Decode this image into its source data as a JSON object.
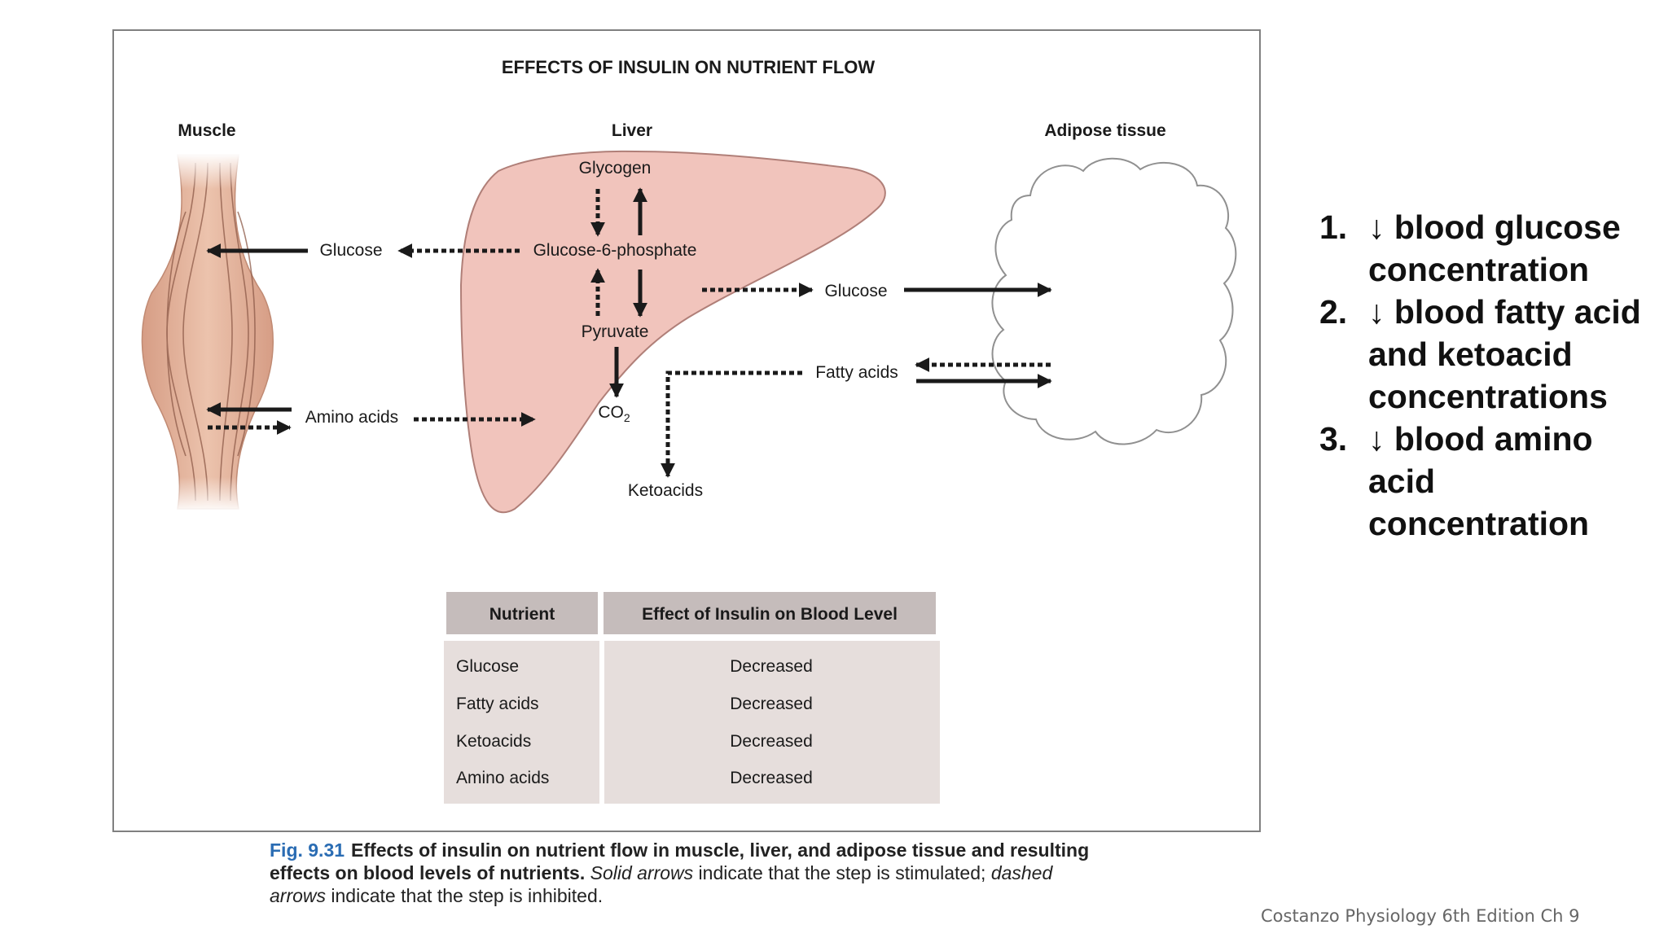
{
  "figure": {
    "title": "EFFECTS OF INSULIN ON NUTRIENT FLOW",
    "organs": {
      "muscle": "Muscle",
      "liver": "Liver",
      "adipose": "Adipose tissue"
    },
    "labels": {
      "glycogen": "Glycogen",
      "g6p": "Glucose-6-phosphate",
      "pyruvate": "Pyruvate",
      "co2": "CO",
      "co2_sub": "2",
      "ketoacids": "Ketoacids",
      "glucose_left": "Glucose",
      "glucose_right": "Glucose",
      "fatty_acids": "Fatty acids",
      "amino_acids": "Amino acids"
    },
    "table": {
      "headers": [
        "Nutrient",
        "Effect of Insulin on Blood Level"
      ],
      "rows": [
        {
          "nutrient": "Glucose",
          "effect": "Decreased"
        },
        {
          "nutrient": "Fatty acids",
          "effect": "Decreased"
        },
        {
          "nutrient": "Ketoacids",
          "effect": "Decreased"
        },
        {
          "nutrient": "Amino acids",
          "effect": "Decreased"
        }
      ]
    }
  },
  "caption": {
    "fig_number": "Fig. 9.31",
    "bold_text": "Effects of insulin on nutrient flow in muscle, liver, and adipose tissue and resulting effects on blood levels of nutrients.",
    "solid_term": "Solid arrows",
    "solid_rest": " indicate that the step is stimulated;",
    "dashed_term": "dashed arrows",
    "dashed_rest": " indicate that the step is inhibited."
  },
  "points": [
    {
      "num": "1.",
      "text": "↓ blood glucose concentration"
    },
    {
      "num": "2.",
      "text": "↓ blood fatty acid and ketoacid concentrations"
    },
    {
      "num": "3.",
      "text": "↓ blood amino acid concentration"
    }
  ],
  "credit": "Costanzo Physiology 6th Edition Ch 9",
  "colors": {
    "liver_fill": "#f1c4bc",
    "muscle_fill": "#e2b097",
    "table_header": "#c5bcbb",
    "table_body": "#e6dedc",
    "frame": "#808080",
    "caption_blue": "#2a6cb3"
  }
}
